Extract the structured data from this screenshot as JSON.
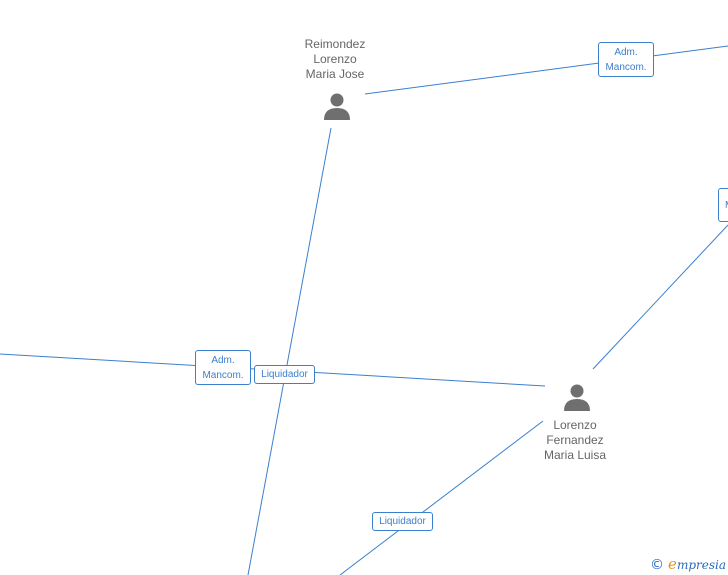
{
  "nodes": [
    {
      "id": "reimondez",
      "name": "Reimondez\nLorenzo\nMaria Jose"
    },
    {
      "id": "lorenzo",
      "name": "Lorenzo\nFernandez\nMaria Luisa"
    }
  ],
  "labels": {
    "top_right": "Adm.\nMancom.",
    "mid_left": "Adm.\nMancom.",
    "mid_center": "Liquidador",
    "bottom": "Liquidador",
    "edge_right": "M"
  },
  "brand": {
    "copyright": "©",
    "initial": "e",
    "rest": "mpresia"
  },
  "colors": {
    "edge": "#3b7fcf",
    "icon": "#6f6f6f",
    "text": "#666666"
  }
}
